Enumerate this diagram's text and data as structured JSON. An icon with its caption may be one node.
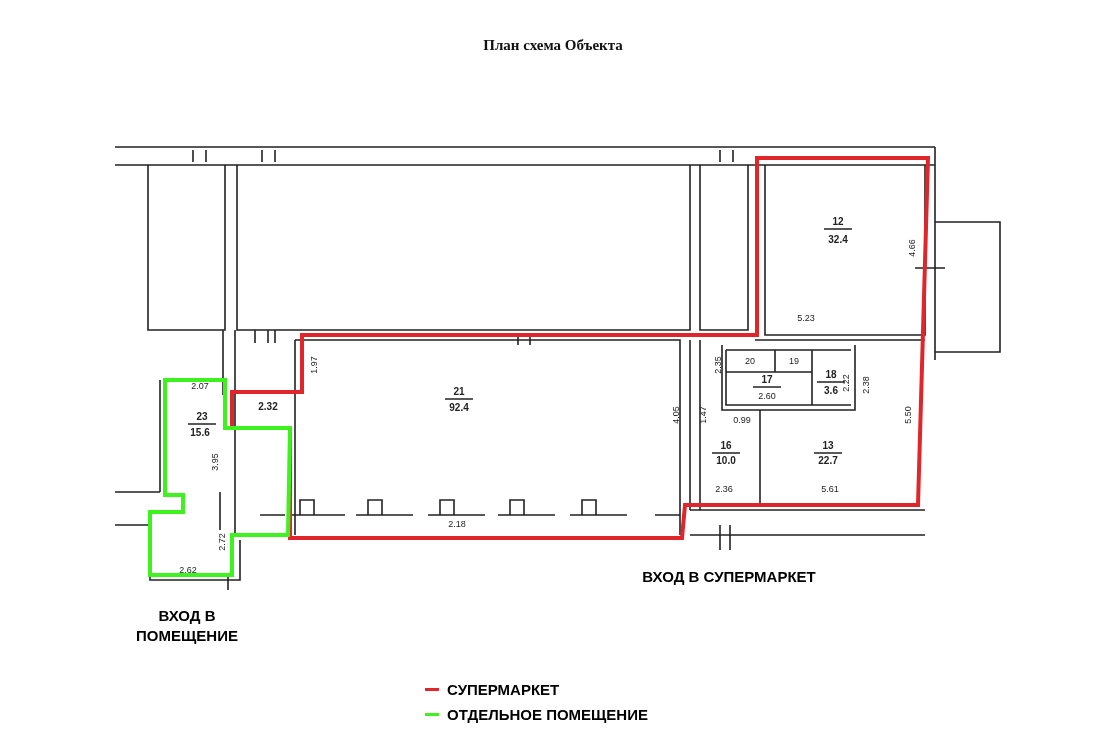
{
  "diagram": {
    "title": "План схема Объекта",
    "labels": [
      "12",
      "32.4",
      "4.66",
      "5.23",
      "1.97",
      "20",
      "19",
      "18",
      "3.6",
      "2.35",
      "17",
      "2.60",
      "2.22",
      "2.38",
      "2.07",
      "2.32",
      "21",
      "92.4",
      "23",
      "15.6",
      "0.99",
      "4.05",
      "1.47",
      "5.50",
      "16",
      "10.0",
      "13",
      "22.7",
      "3.95",
      "2.36",
      "5.61",
      "2.18",
      "2.72",
      "2.62",
      "ВХОД В СУПЕРМАРКЕТ",
      "ВХОД В ПОМЕЩЕНИЕ"
    ],
    "legend": [
      {
        "text": "СУПЕРМАРКЕТ",
        "color": "#e0262b"
      },
      {
        "text": "ОТДЕЛЬНОЕ ПОМЕЩЕНИЕ",
        "color": "#3df21f"
      }
    ]
  }
}
